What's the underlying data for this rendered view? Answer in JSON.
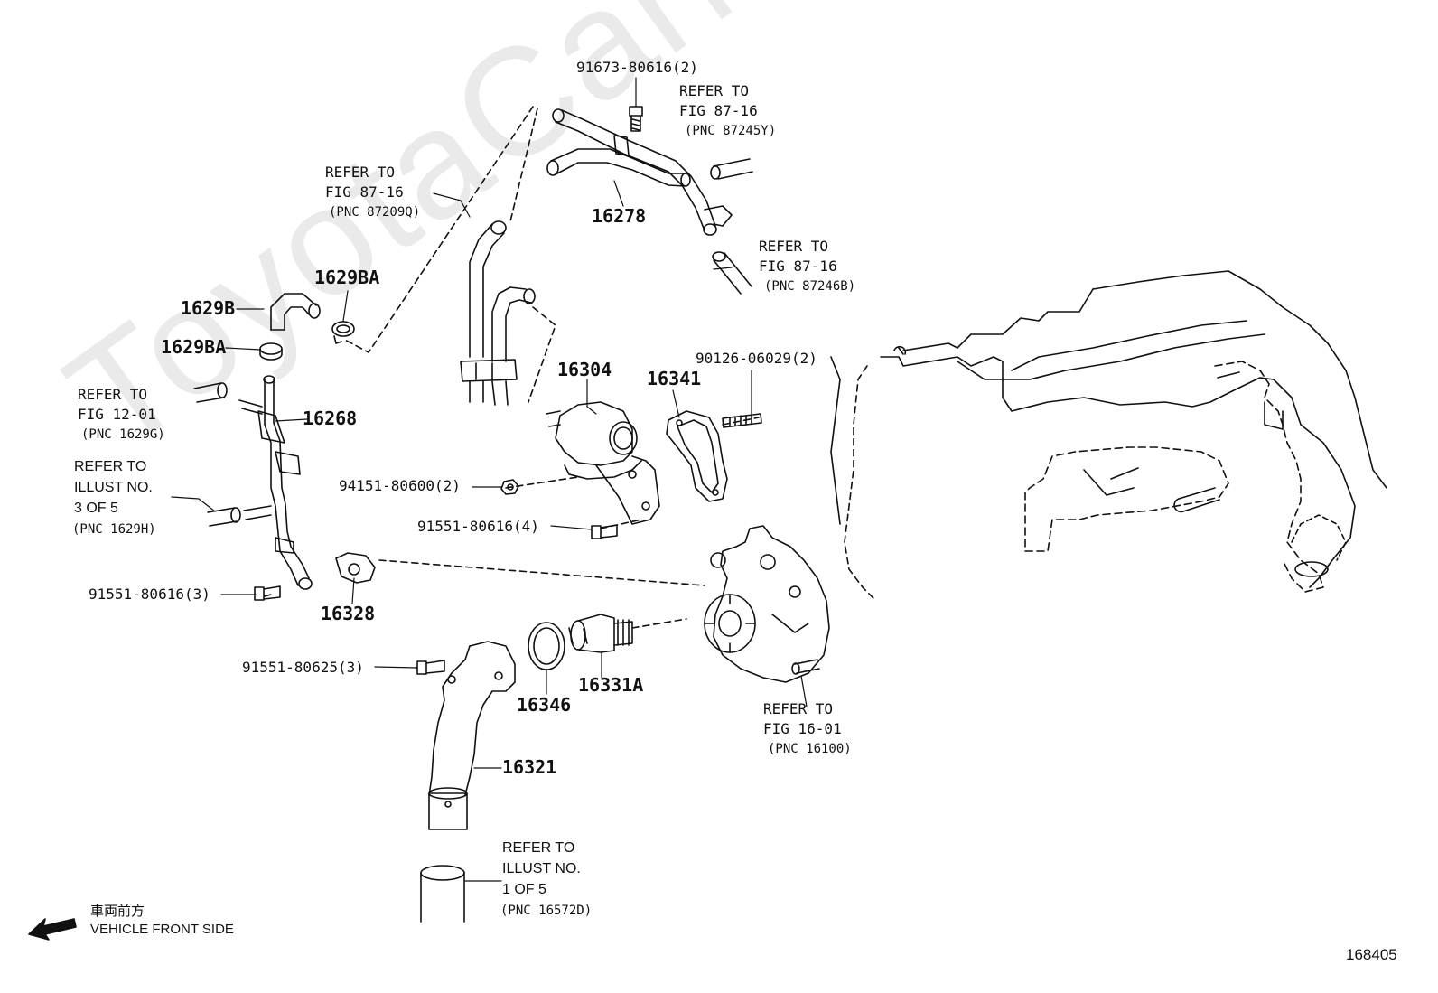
{
  "watermark": "ToyotaCarMine.ru",
  "figure_number": "168405",
  "direction": {
    "japanese": "車両前方",
    "english": "VEHICLE FRONT SIDE"
  },
  "labels": {
    "p_91673": "91673-80616(2)",
    "ref_87245y_1": "REFER TO",
    "ref_87245y_2": "FIG 87-16",
    "ref_87245y_3": "(PNC 87245Y)",
    "ref_87209q_1": "REFER TO",
    "ref_87209q_2": "FIG 87-16",
    "ref_87209q_3": "(PNC 87209Q)",
    "p_16278": "16278",
    "ref_87246b_1": "REFER TO",
    "ref_87246b_2": "FIG 87-16",
    "ref_87246b_3": "(PNC 87246B)",
    "p_1629ba_top": "1629BA",
    "p_1629b": "1629B",
    "p_1629ba_low": "1629BA",
    "p_90126": "90126-06029(2)",
    "p_16304": "16304",
    "p_16341": "16341",
    "ref_1629g_1": "REFER TO",
    "ref_1629g_2": "FIG 12-01",
    "ref_1629g_3": "(PNC 1629G)",
    "p_16268": "16268",
    "ref_1629h_1": "REFER TO",
    "ref_1629h_2": "ILLUST NO.",
    "ref_1629h_3": "3 OF 5",
    "ref_1629h_4": "(PNC 1629H)",
    "p_94151": "94151-80600(2)",
    "p_91551_4": "91551-80616(4)",
    "p_91551_3": "91551-80616(3)",
    "p_16328": "16328",
    "p_91551_625": "91551-80625(3)",
    "p_16346": "16346",
    "p_16331a": "16331A",
    "ref_16100_1": "REFER TO",
    "ref_16100_2": "FIG 16-01",
    "ref_16100_3": "(PNC 16100)",
    "p_16321": "16321",
    "ref_16572d_1": "REFER TO",
    "ref_16572d_2": "ILLUST NO.",
    "ref_16572d_3": "1 OF 5",
    "ref_16572d_4": "(PNC 16572D)"
  }
}
